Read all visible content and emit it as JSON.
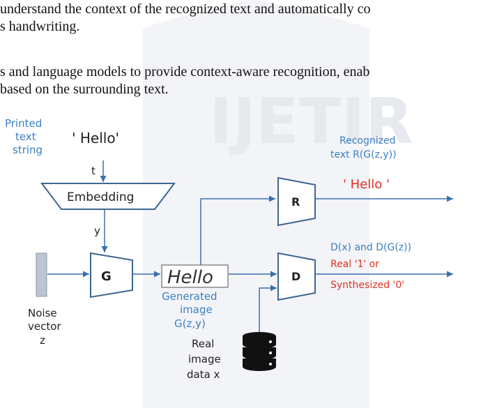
{
  "text_lines": [
    "understand the context of the recognized text and automatically co",
    "s handwriting.",
    "s and language models to provide context-aware recognition, enab",
    "based on the surrounding text."
  ],
  "watermark": {
    "text": "IJETIR"
  },
  "figure": {
    "printed_text_label": [
      "Printed",
      "text",
      "string"
    ],
    "hello_input": "' Hello'",
    "t_label": "t",
    "embedding_label": "Embedding",
    "y_label": "y",
    "generator_label": "G",
    "recognizer_label": "R",
    "discriminator_label": "D",
    "noise_label": [
      "Noise",
      "vector",
      "z"
    ],
    "handwritten_word": "Hello",
    "generated_label": [
      "Generated",
      "image",
      "G(z,y)"
    ],
    "recognized_label": [
      "Recognized",
      "text R(G(z,y))"
    ],
    "hello_output": "' Hello '",
    "dx_label": "D(x) and D(G(z))",
    "real_label": "Real '1' or",
    "synth_label": "Synthesized '0'",
    "real_data_label": [
      "Real",
      "image",
      "data x"
    ]
  },
  "colors": {
    "blue_text": "#3a7fc1",
    "red_text": "#e03020",
    "arrow": "#3a6fb0",
    "block_stroke": "#3e6691",
    "watermark": "#eef0f3"
  }
}
